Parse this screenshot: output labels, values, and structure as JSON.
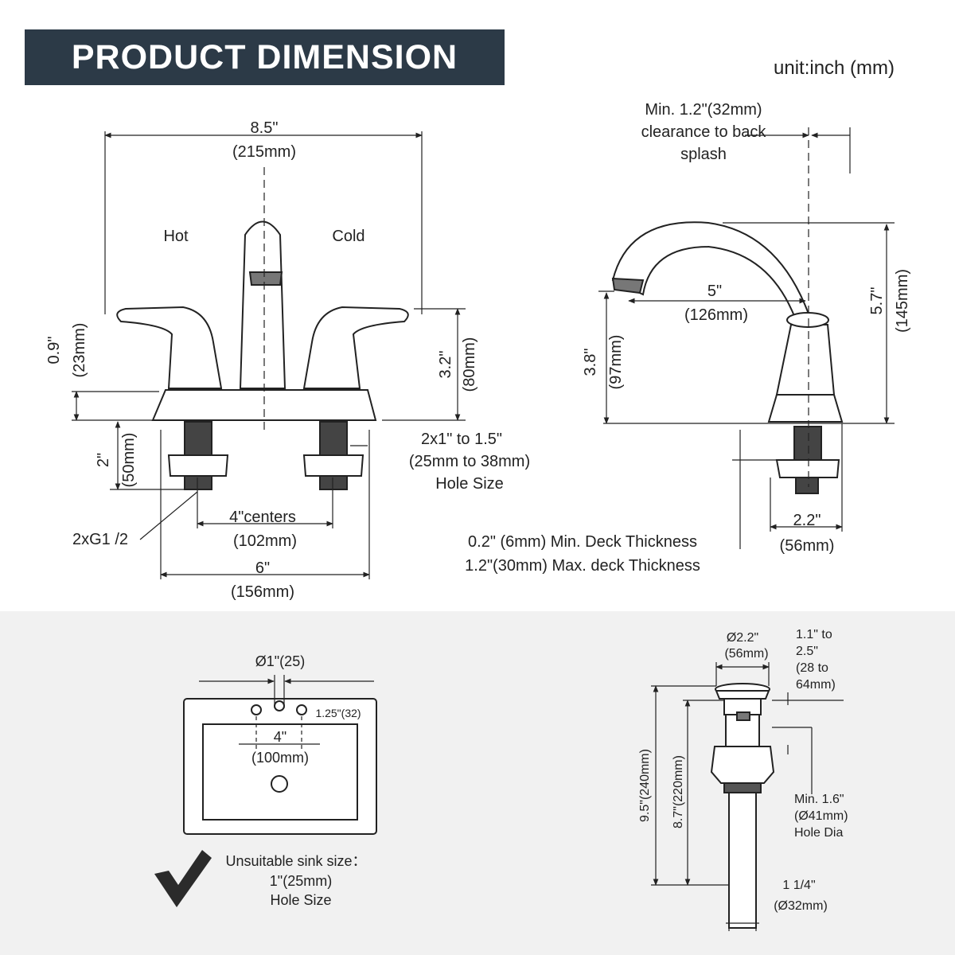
{
  "header": {
    "title": "PRODUCT DIMENSION",
    "unit": "unit:inch (mm)"
  },
  "front_view": {
    "width_total": "8.5\"",
    "width_total_mm": "(215mm)",
    "hot": "Hot",
    "cold": "Cold",
    "deck_height": "0.9\"",
    "deck_height_mm": "(23mm)",
    "handle_height": "3.2\"",
    "handle_height_mm": "(80mm)",
    "shank_length": "2\"",
    "shank_length_mm": "(50mm)",
    "hole_size_1": "2x1\" to 1.5\"",
    "hole_size_2": "(25mm to 38mm)",
    "hole_size_3": "Hole Size",
    "centers": "4\"centers",
    "centers_mm": "(102mm)",
    "thread": "2xG1 /2",
    "base_width": "6\"",
    "base_width_mm": "(156mm)"
  },
  "side_view": {
    "clearance_1": "Min. 1.2\"(32mm)",
    "clearance_2": "clearance to back",
    "clearance_3": "splash",
    "reach": "5\"",
    "reach_mm": "(126mm)",
    "total_height": "5.7\"",
    "total_height_mm": "(145mm)",
    "spout_height": "3.8\"",
    "spout_height_mm": "(97mm)",
    "base_dia": "2.2\"",
    "base_dia_mm": "(56mm)",
    "deck_min": "0.2\" (6mm) Min. Deck Thickness",
    "deck_max": "1.2\"(30mm) Max. deck Thickness"
  },
  "sink": {
    "hole_dia": "Ø1\"(25)",
    "spacing": "1.25\"(32)",
    "centers": "4\"",
    "centers_mm": "(100mm)",
    "note_1": "Unsuitable sink size：",
    "note_2": "1\"(25mm)",
    "note_3": "Hole Size"
  },
  "drain": {
    "cap_dia": "Ø2.2\"",
    "cap_dia_mm": "(56mm)",
    "range_1": "1.1\" to",
    "range_2": "2.5\"",
    "range_3": "(28 to",
    "range_4": "64mm)",
    "height_total": "9.5\"(240mm)",
    "height_body": "8.7\"(220mm)",
    "hole_1": "Min. 1.6\"",
    "hole_2": "(Ø41mm)",
    "hole_3": "Hole Dia",
    "tail": "1 1/4\"",
    "tail_mm": "(Ø32mm)"
  },
  "colors": {
    "banner": "#2c3a47",
    "line": "#222222",
    "panel": "#f1f1f1"
  },
  "icons": [
    "checkmark-icon",
    "faucet-front-drawing",
    "faucet-side-drawing",
    "sink-drawing",
    "drain-drawing"
  ]
}
